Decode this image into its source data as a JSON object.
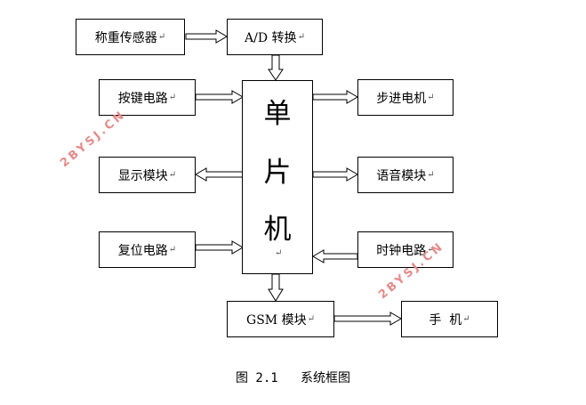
{
  "blocks": {
    "weighing_sensor": "称重传感器",
    "ad_converter": "A/D 转换",
    "key_circuit": "按键电路",
    "display_module": "显示模块",
    "reset_circuit": "复位电路",
    "stepper_motor": "步进电机",
    "voice_module": "语音模块",
    "clock_circuit": "时钟电路",
    "gsm_module": "GSM 模块",
    "phone": "手  机"
  },
  "mcu": {
    "char1": "单",
    "char2": "片",
    "char3": "机"
  },
  "paragraph_mark": "↵",
  "watermarks": [
    "2BYSJ.CN",
    "2BYSJ.CN"
  ],
  "caption": "图 2.1   系统框图"
}
